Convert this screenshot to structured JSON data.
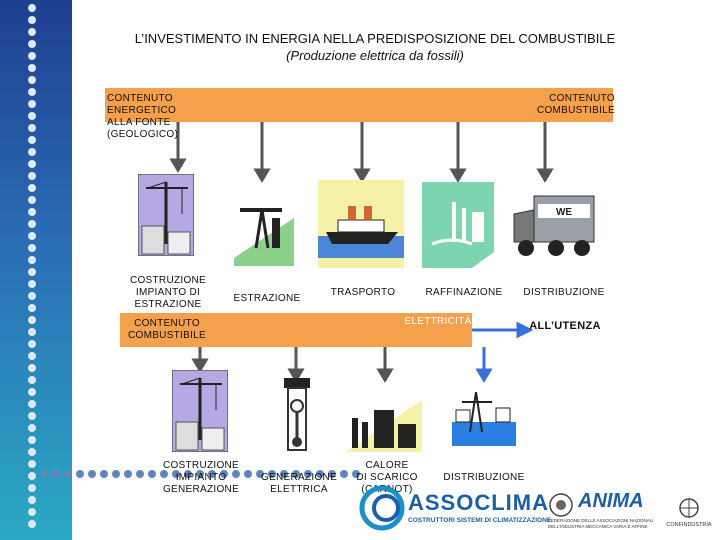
{
  "title": {
    "main": "L’INVESTIMENTO IN ENERGIA  NELLA PREDISPOSIZIONE DEL COMBUSTIBILE",
    "sub": "(Produzione elettrica da fossili)"
  },
  "top_bar": {
    "left_label": "CONTENUTO\nENERGETICO\nALLA FONTE\n(GEOLOGICO)",
    "right_label": "CONTENUTO\nCOMBUSTIBILE"
  },
  "stages_top": [
    {
      "label": "COSTRUZIONE\nIMPIANTO DI\nESTRAZIONE",
      "icon": "crane-icon"
    },
    {
      "label": "ESTRAZIONE",
      "icon": "oil-pump-icon"
    },
    {
      "label": "TRASPORTO",
      "icon": "ship-icon"
    },
    {
      "label": "RAFFINAZIONE",
      "icon": "refinery-icon"
    },
    {
      "label": "DISTRIBUZIONE",
      "icon": "truck-icon"
    }
  ],
  "middle_bar": {
    "left_label": "CONTENUTO\nCOMBUSTIBILE",
    "right_label": "ELETTRICITÀ",
    "utenza_label": "ALL’UTENZA"
  },
  "stages_bottom": [
    {
      "label": "COSTRUZIONE\nIMPIANTO\nGENERAZIONE",
      "icon": "crane-icon"
    },
    {
      "label": "GENERAZIONE\nELETTRICA",
      "icon": "piston-icon"
    },
    {
      "label": "CALORE\nDI SCARICO\n(CARNOT)",
      "icon": "heat-discharge-icon"
    },
    {
      "label": "DISTRIBUZIONE",
      "icon": "power-line-icon"
    }
  ],
  "logos": {
    "assoclima_name": "ASSOCLIMA",
    "assoclima_tagline": "COSTRUTTORI SISTEMI DI CLIMATIZZAZIONE",
    "anima_name": "ANIMA",
    "anima_tagline": "FEDERAZIONE DELLE ASSOCIAZIONI NAZIONALI\nDELL'INDUSTRIA MECCANICA VARIA E AFFINE",
    "confindustria_name": "CONFINDUSTRIA"
  },
  "colors": {
    "bar": "#f5a04a",
    "arrow_dark": "#555555",
    "arrow_blue": "#3a6fd8",
    "sidebar_top": "#1e3f8f",
    "sidebar_bottom": "#2aa9c4"
  }
}
